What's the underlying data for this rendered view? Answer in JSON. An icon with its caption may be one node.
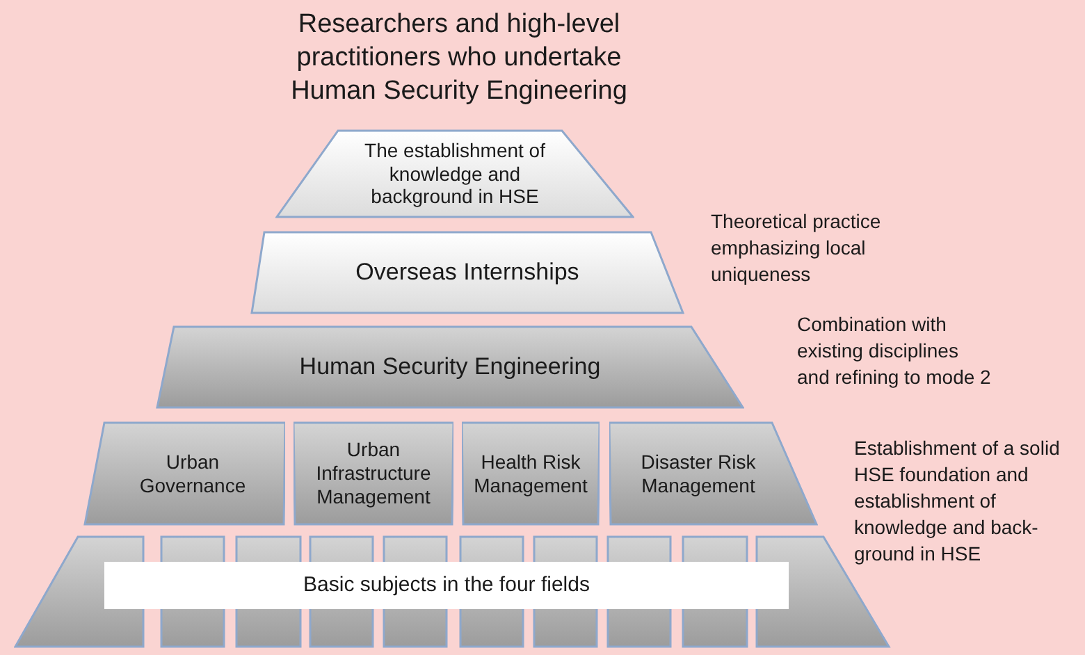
{
  "diagram": {
    "title": "Researchers and high-level practitioners who undertake Human Security Engineering",
    "nodes": [
      {
        "text": [
          "The establishment of knowledge and background in HSE"
        ]
      },
      {
        "text": [
          "Overseas Internships"
        ]
      },
      {
        "text": [
          "Human Security Engineering"
        ]
      },
      {
        "text": [
          "Urban Governance"
        ]
      },
      {
        "text": [
          "Urban Infrastructure Management"
        ]
      },
      {
        "text": [
          "Health Risk Management"
        ]
      },
      {
        "text": [
          "Disaster Risk Management"
        ]
      },
      {
        "text": [
          "Basic subjects in the four fields"
        ]
      }
    ],
    "labels": [
      "Theoretical practice emphasizing local uniqueness",
      "Combination with existing disciplines and refining to mode 2",
      "Establishment of a solid HSE foundation and establishment of knowledge and back- ground in HSE"
    ]
  }
}
